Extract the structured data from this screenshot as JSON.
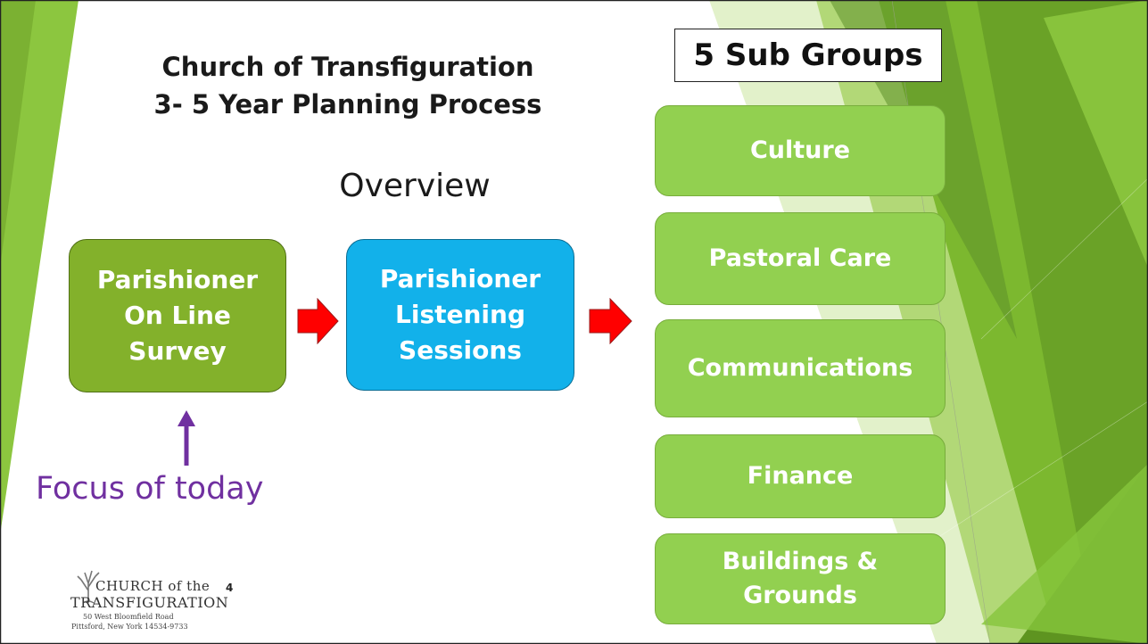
{
  "title": {
    "line1": "Church of Transfiguration",
    "line2": "3- 5 Year Planning Process"
  },
  "overview_label": "Overview",
  "subgroups_heading": "5 Sub Groups",
  "flow": {
    "survey": {
      "line1": "Parishioner",
      "line2": "On Line",
      "line3": "Survey"
    },
    "listening": {
      "line1": "Parishioner",
      "line2": "Listening",
      "line3": "Sessions"
    }
  },
  "subgroups": [
    {
      "line1": "Culture"
    },
    {
      "line1": "Pastoral Care"
    },
    {
      "line1": "Communications"
    },
    {
      "line1": "Finance"
    },
    {
      "line1": "Buildings &",
      "line2": "Grounds"
    }
  ],
  "focus_label": "Focus of today",
  "page_number": "4",
  "logo": {
    "name_top": "CHURCH of the",
    "name_main": "TRANSFIGURATION",
    "address_line1": "50 West Bloomfield Road",
    "address_line2": "Pittsford, New York 14534-9733"
  },
  "colors": {
    "survey_box": "#83b12b",
    "listening_box": "#12b1ea",
    "subgroup_box": "#92d050",
    "flow_arrow": "#ff0000",
    "focus_text": "#7030a0",
    "background_green": "#7cb82f"
  }
}
